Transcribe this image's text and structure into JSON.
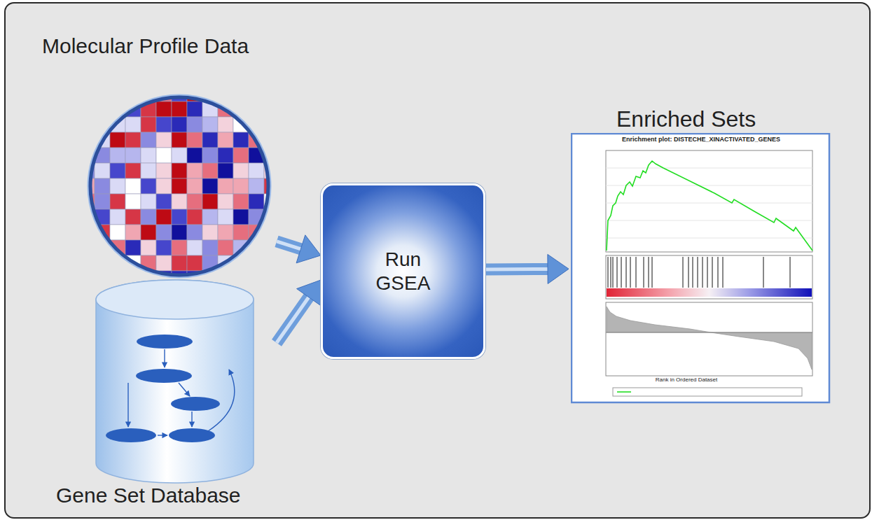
{
  "diagram": {
    "nodes": [
      {
        "text": [
          "Molecular Profile Data"
        ]
      },
      {
        "text": [
          "Gene Set Database"
        ]
      },
      {
        "text": [
          "Run GSEA"
        ]
      },
      {
        "text": [
          "Enriched Sets"
        ]
      }
    ],
    "edges": [
      {
        "from": 0,
        "to": 2,
        "arrow": "to"
      },
      {
        "from": 1,
        "to": 2,
        "arrow": "to"
      },
      {
        "from": 2,
        "to": 3,
        "arrow": "to"
      }
    ],
    "labels": [
      "Enrichment plot: DISTECHE_XINACTIVATED_GENES",
      "Rank in Ordered Dataset"
    ]
  }
}
